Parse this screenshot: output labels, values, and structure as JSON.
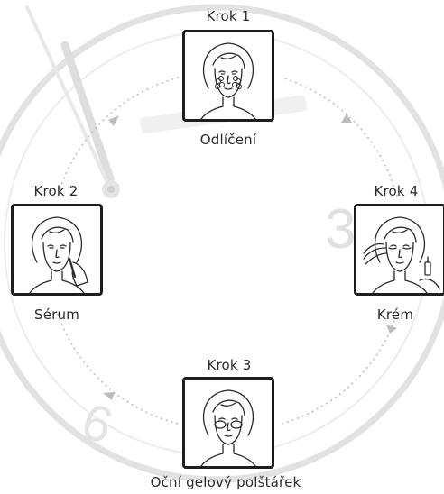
{
  "colors": {
    "frame": "#1e1e1e",
    "text": "#2b2b2b",
    "arrow": "#b9b9b9",
    "clock": "#dcdcdc"
  },
  "background": {
    "clock_numerals": [
      "3",
      "6"
    ]
  },
  "steps": [
    {
      "title": "Krok 1",
      "caption": "Odlíčení",
      "icon": "face-cleansing-icon"
    },
    {
      "title": "Krok 2",
      "caption": "Sérum",
      "icon": "face-serum-icon"
    },
    {
      "title": "Krok 3",
      "caption": "Oční gelový polštářek",
      "icon": "face-eye-pads-icon"
    },
    {
      "title": "Krok 4",
      "caption": "Krém",
      "icon": "face-cream-icon"
    }
  ]
}
